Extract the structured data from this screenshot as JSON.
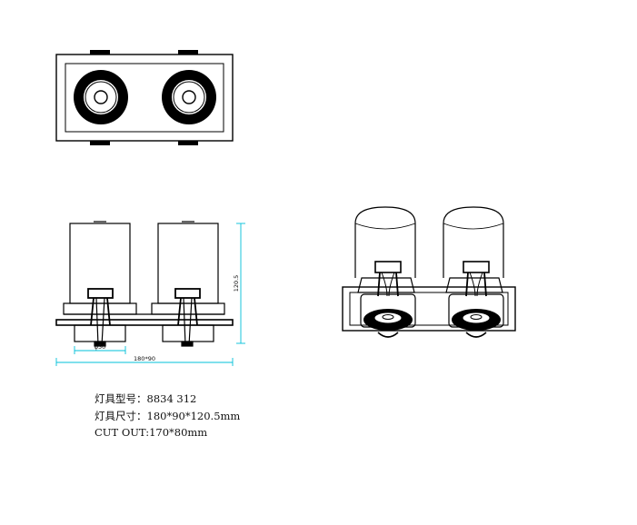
{
  "specs": {
    "model": "灯具型号：8834 312",
    "size": "灯具尺寸：180*90*120.5mm",
    "cutout": "CUT OUT:170*80mm"
  },
  "dimensions": {
    "height": "120.5",
    "diameter": "φ50",
    "length": "180*90"
  },
  "colors": {
    "line": "#000000",
    "dimension": "#00c0d8"
  }
}
